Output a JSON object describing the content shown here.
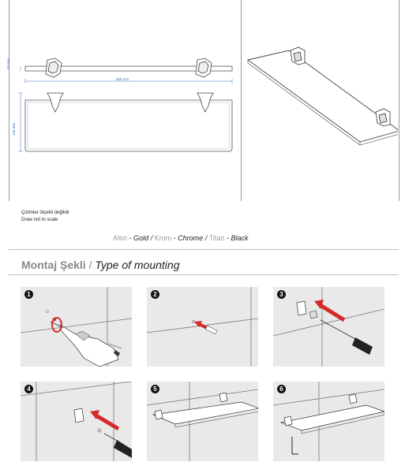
{
  "drawing": {
    "dims": {
      "width": "500 mm",
      "depth": "40 mm",
      "height": "140 mm"
    }
  },
  "notes": {
    "tr": "Çizimler ölçekli değildir",
    "en": "Draw not to scale"
  },
  "finishes": {
    "items": [
      {
        "tr": "Altın",
        "en": "Gold"
      },
      {
        "tr": "Krom",
        "en": "Chrome"
      },
      {
        "tr": "Titan",
        "en": "Black"
      }
    ],
    "dash": "-",
    "slash": "/"
  },
  "mounting": {
    "title_tr": "Montaj Şekli",
    "separator": "/",
    "title_en": "Type of mounting"
  },
  "steps": [
    {
      "number": "1",
      "icon": "drill-icon"
    },
    {
      "number": "2",
      "icon": "wall-plug-icon"
    },
    {
      "number": "3",
      "icon": "screwdriver-bracket-icon"
    },
    {
      "number": "4",
      "icon": "screwdriver-bracket-icon"
    },
    {
      "number": "5",
      "icon": "glass-shelf-icon"
    },
    {
      "number": "6",
      "icon": "glass-shelf-level-icon"
    }
  ],
  "colors": {
    "arrow": "#d42a2a",
    "dimension": "#3a74c4",
    "panel": "#e9e9e9"
  }
}
